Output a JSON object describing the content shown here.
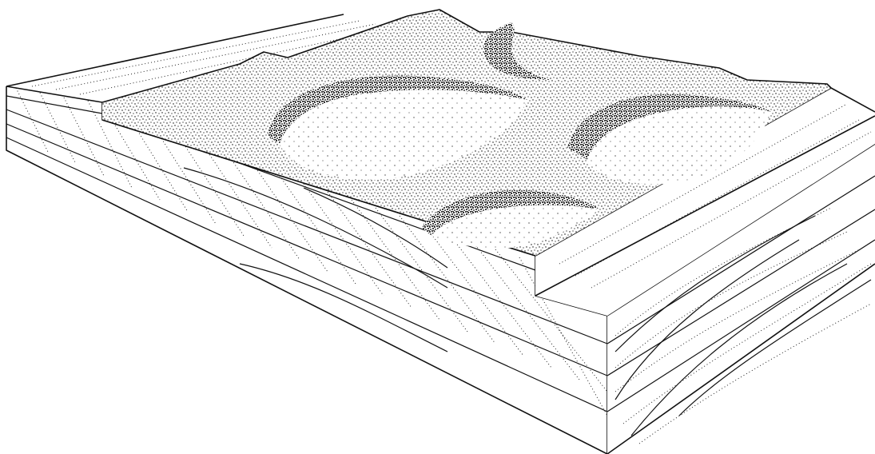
{
  "figure": {
    "description_free": true,
    "colors": {
      "background": "#ffffff",
      "ink": "#111111"
    },
    "elements": [
      "dune-field-surface",
      "scour-trough-left",
      "scour-trough-back",
      "scour-trough-right",
      "scour-trough-front",
      "cross-bedded-strata-front-face",
      "cross-bedded-strata-right-face",
      "lower-terrace-surface"
    ]
  }
}
